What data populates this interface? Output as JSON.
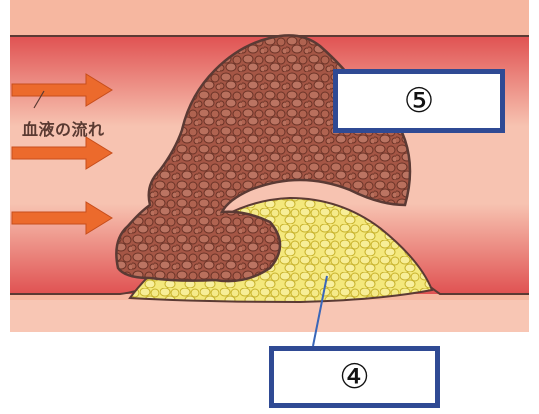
{
  "flow_label": "血液の流れ",
  "labels": {
    "plaque_label": "⑤",
    "fat_label": "④"
  },
  "colors": {
    "vessel_wall": "#f6b39a",
    "lumen_outer": "#dc4a4a",
    "lumen_inner": "#f7c2b0",
    "arrow": "#ec6a2c",
    "clot": "#a35645",
    "fat": "#f3e77a",
    "label_border": "#2f4a94"
  }
}
